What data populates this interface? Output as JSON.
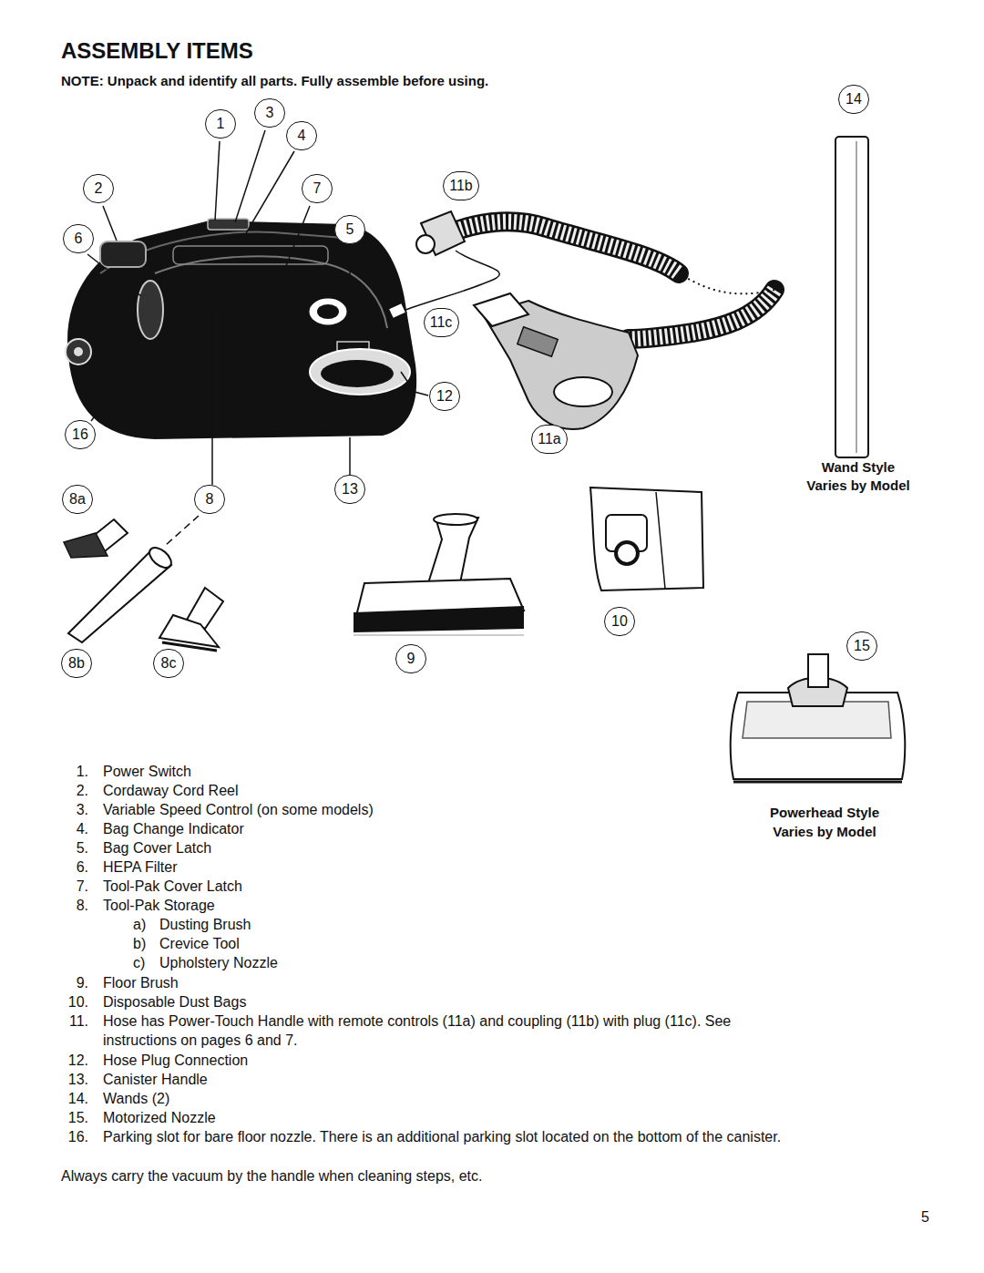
{
  "diagram": {
    "title": "ASSEMBLY ITEMS",
    "nodes": [
      {
        "text": [
          "14"
        ]
      },
      {
        "text": [
          "1"
        ]
      },
      {
        "text": [
          "3"
        ]
      },
      {
        "text": [
          "4"
        ]
      },
      {
        "text": [
          "2"
        ]
      },
      {
        "text": [
          "7"
        ]
      },
      {
        "text": [
          "11b"
        ]
      },
      {
        "text": [
          "5"
        ]
      },
      {
        "text": [
          "6"
        ]
      },
      {
        "text": [
          "11c"
        ]
      },
      {
        "text": [
          "12"
        ]
      },
      {
        "text": [
          "16"
        ]
      },
      {
        "text": [
          "11a"
        ]
      },
      {
        "text": [
          "8a"
        ]
      },
      {
        "text": [
          "8"
        ]
      },
      {
        "text": [
          "13"
        ]
      },
      {
        "text": [
          "10"
        ]
      },
      {
        "text": [
          "15"
        ]
      },
      {
        "text": [
          "8b"
        ]
      },
      {
        "text": [
          "8c"
        ]
      },
      {
        "text": [
          "9"
        ]
      }
    ],
    "labels": [
      "NOTE: Unpack and identify all parts. Fully assemble before using.",
      "Wand Style",
      "Varies by Model",
      "Powerhead Style",
      "Varies by Model",
      "1.",
      "Power Switch",
      "2.",
      "Cordaway Cord Reel",
      "3.",
      "Variable Speed Control (on some models)",
      "4.",
      "Bag Change Indicator",
      "5.",
      "Bag Cover Latch",
      "6.",
      "HEPA Filter",
      "7.",
      "Tool-Pak Cover Latch",
      "8.",
      "Tool-Pak Storage",
      "a)",
      "Dusting Brush",
      "b)",
      "Crevice Tool",
      "c)",
      "Upholstery Nozzle",
      "9.",
      "Floor Brush",
      "10.",
      "Disposable Dust Bags",
      "11.",
      "Hose has Power-Touch Handle with remote controls (11a) and coupling (11b) with plug (11c). See instructions on pages 6 and 7.",
      "12.",
      "Hose Plug Connection",
      "13.",
      "Canister Handle",
      "14.",
      "Wands (2)",
      "15.",
      "Motorized Nozzle",
      "16.",
      "Parking slot for bare floor nozzle. There is an additional parking slot located on the bottom of the canister.",
      "Always carry the vacuum by the handle when cleaning steps, etc.",
      "5"
    ]
  }
}
